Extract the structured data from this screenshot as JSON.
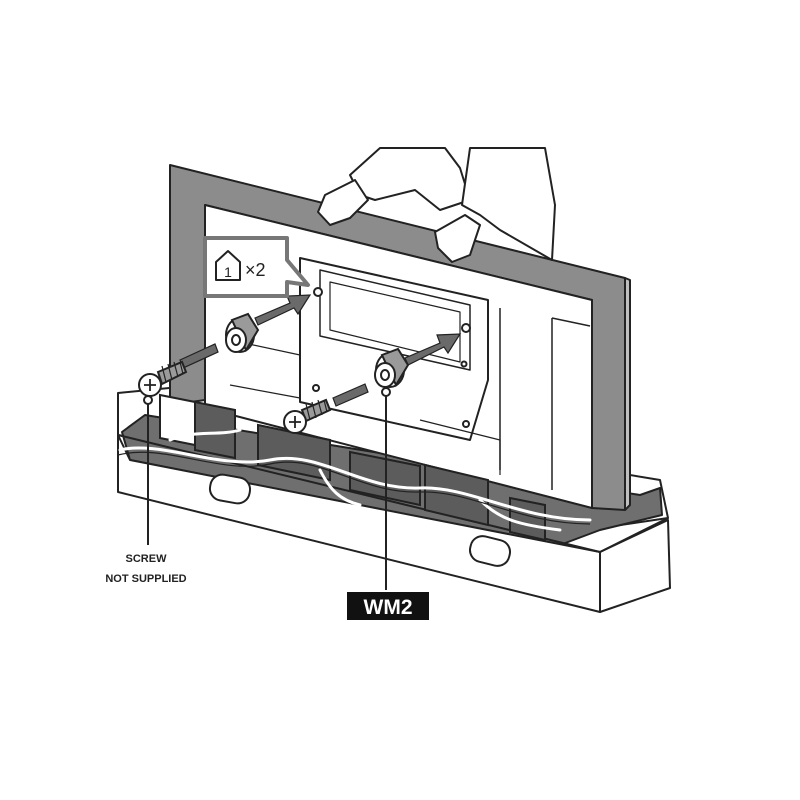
{
  "callout": {
    "step_number": "1",
    "multiplier": "×2"
  },
  "labels": {
    "screw_line1": "SCREW",
    "screw_line2": "NOT SUPPLIED",
    "part_code": "WM2"
  },
  "colors": {
    "frame_gray": "#8c8c8c",
    "line": "#222222",
    "label_bg": "#111111",
    "label_text": "#ffffff"
  }
}
